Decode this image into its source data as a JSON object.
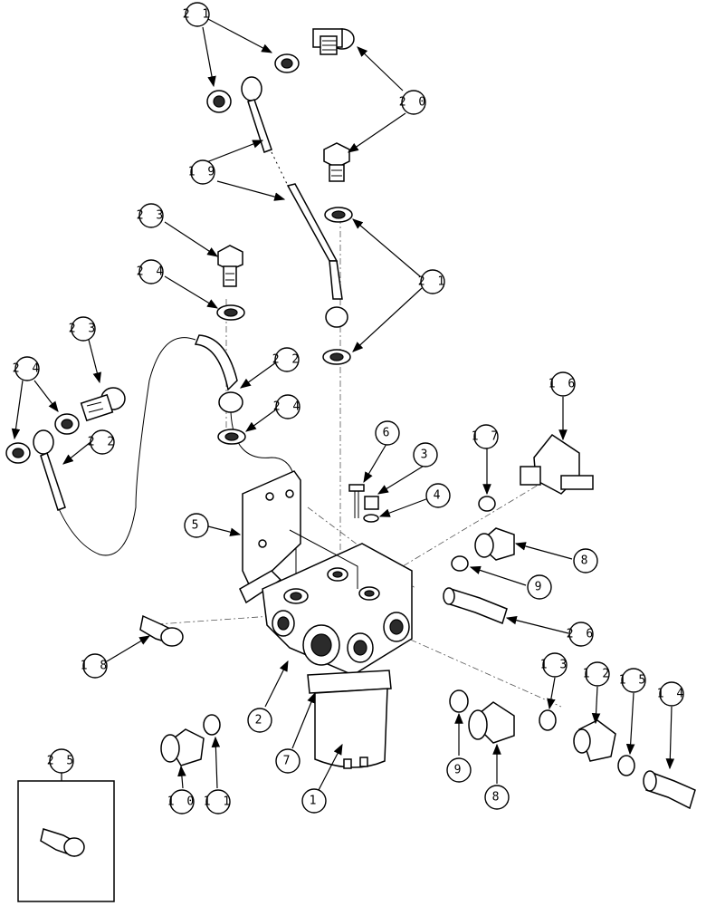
{
  "callouts": [
    {
      "id": "21a",
      "label": "2 1"
    },
    {
      "id": "20",
      "label": "2 0"
    },
    {
      "id": "19",
      "label": "1 9"
    },
    {
      "id": "23a",
      "label": "2 3"
    },
    {
      "id": "24a",
      "label": "2 4"
    },
    {
      "id": "21b",
      "label": "2 1"
    },
    {
      "id": "23b",
      "label": "2 3"
    },
    {
      "id": "24b",
      "label": "2 4"
    },
    {
      "id": "22a",
      "label": "2 2"
    },
    {
      "id": "24c",
      "label": "2 4"
    },
    {
      "id": "22b",
      "label": "2 2"
    },
    {
      "id": "16",
      "label": "1 6"
    },
    {
      "id": "6",
      "label": "6"
    },
    {
      "id": "3",
      "label": "3"
    },
    {
      "id": "17",
      "label": "1 7"
    },
    {
      "id": "4",
      "label": "4"
    },
    {
      "id": "5",
      "label": "5"
    },
    {
      "id": "8a",
      "label": "8"
    },
    {
      "id": "9a",
      "label": "9"
    },
    {
      "id": "26",
      "label": "2 6"
    },
    {
      "id": "18",
      "label": "1 8"
    },
    {
      "id": "13",
      "label": "1 3"
    },
    {
      "id": "12",
      "label": "1 2"
    },
    {
      "id": "15",
      "label": "1 5"
    },
    {
      "id": "14",
      "label": "1 4"
    },
    {
      "id": "2",
      "label": "2"
    },
    {
      "id": "7",
      "label": "7"
    },
    {
      "id": "9b",
      "label": "9"
    },
    {
      "id": "8b",
      "label": "8"
    },
    {
      "id": "1",
      "label": "1"
    },
    {
      "id": "11",
      "label": "1 1"
    },
    {
      "id": "10",
      "label": "1 0"
    },
    {
      "id": "25",
      "label": "2 5"
    }
  ]
}
